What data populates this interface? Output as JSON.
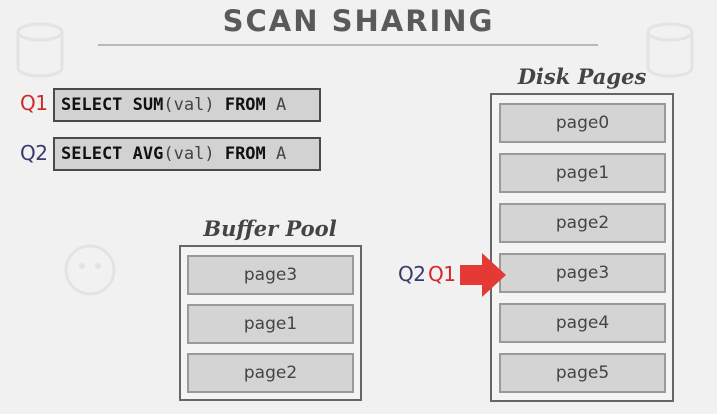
{
  "title": "SCAN SHARING",
  "queries": [
    {
      "label": "Q1",
      "sql": {
        "select": "SELECT",
        "func": "SUM",
        "arg": "(val)",
        "from": "FROM",
        "table": "A"
      }
    },
    {
      "label": "Q2",
      "sql": {
        "select": "SELECT",
        "func": "AVG",
        "arg": "(val)",
        "from": "FROM",
        "table": "A"
      }
    }
  ],
  "buffer_pool": {
    "title": "Buffer Pool",
    "pages": [
      "page3",
      "page1",
      "page2"
    ]
  },
  "disk_pages": {
    "title": "Disk Pages",
    "pages": [
      "page0",
      "page1",
      "page2",
      "page3",
      "page4",
      "page5"
    ]
  },
  "cursor": {
    "labels": [
      "Q2",
      "Q1"
    ],
    "points_to": "page3"
  },
  "colors": {
    "q1": "#d12a2a",
    "q2": "#3a3a6e",
    "arrow": "#e53935"
  }
}
